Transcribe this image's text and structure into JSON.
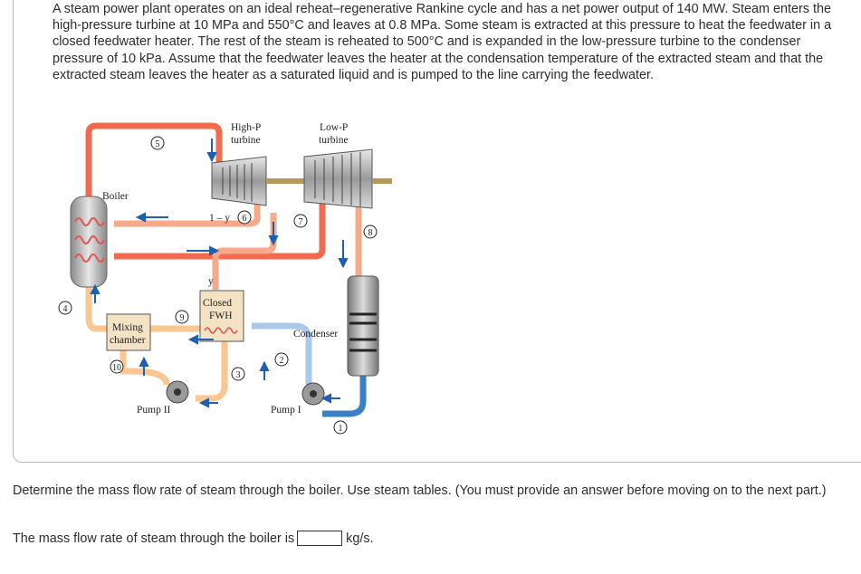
{
  "problem": {
    "text": "A steam power plant operates on an ideal reheat–regenerative Rankine cycle and has a net power output of 140 MW. Steam enters the high-pressure turbine at 10 MPa and 550°C and leaves at 0.8 MPa. Some steam is extracted at this pressure to heat the feedwater in a closed feedwater heater. The rest of the steam is reheated to 500°C and is expanded in the low-pressure turbine to the condenser pressure of 10 kPa. Assume that the feedwater leaves the heater at the condensation temperature of the extracted steam and that the extracted steam leaves the heater as a saturated liquid and is pumped to the line carrying the feedwater."
  },
  "diagram": {
    "labels": {
      "high_p_line1": "High-P",
      "high_p_line2": "turbine",
      "low_p_line1": "Low-P",
      "low_p_line2": "turbine",
      "boiler": "Boiler",
      "one_minus_y": "1 – y",
      "y": "y",
      "closed_fwh_line1": "Closed",
      "closed_fwh_line2": "FWH",
      "mixing_line1": "Mixing",
      "mixing_line2": "chamber",
      "condenser": "Condenser",
      "pump_ii": "Pump II",
      "pump_i": "Pump I"
    },
    "states": [
      "1",
      "2",
      "3",
      "4",
      "5",
      "6",
      "7",
      "8",
      "9",
      "10"
    ]
  },
  "question": {
    "text": "Determine the mass flow rate of steam through the boiler. Use steam tables. (You must provide an answer before moving on to the next part.)",
    "answer_label": "The mass flow rate of steam through the boiler is",
    "answer_value": "",
    "unit": "kg/s."
  },
  "colors": {
    "hot_steam": "#f26b4f",
    "warm_line": "#f7a98a",
    "feedwater": "#fcc690",
    "cold_water": "#3b7fc4",
    "light_blue": "#a9c8ea",
    "arrow_blue": "#1f5fb0"
  }
}
